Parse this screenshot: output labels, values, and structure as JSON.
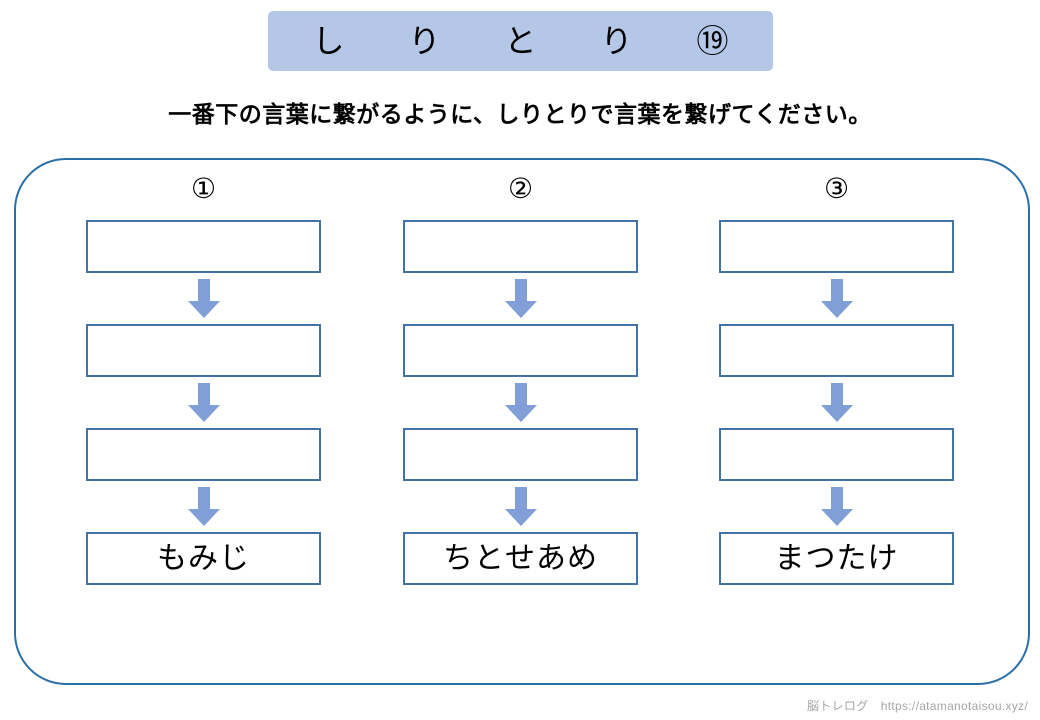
{
  "page": {
    "title": "し　り　と　り　⑲",
    "instruction": "一番下の言葉に繋がるように、しりとりで言葉を繋げてください。",
    "footer_credit": "脳トレログ　https://atamanotaisou.xyz/"
  },
  "colors": {
    "title_background": "#b4c7e7",
    "frame_border": "#2a6faa",
    "box_border": "#4472a8",
    "arrow_fill": "#7f9fd6",
    "text": "#000000",
    "footer_text": "#a6a6a6"
  },
  "columns": [
    {
      "header": "①",
      "boxes": [
        {
          "value": "",
          "filled": false
        },
        {
          "value": "",
          "filled": false
        },
        {
          "value": "",
          "filled": false
        },
        {
          "value": "もみじ",
          "filled": true
        }
      ]
    },
    {
      "header": "②",
      "boxes": [
        {
          "value": "",
          "filled": false
        },
        {
          "value": "",
          "filled": false
        },
        {
          "value": "",
          "filled": false
        },
        {
          "value": "ちとせあめ",
          "filled": true
        }
      ]
    },
    {
      "header": "③",
      "boxes": [
        {
          "value": "",
          "filled": false
        },
        {
          "value": "",
          "filled": false
        },
        {
          "value": "",
          "filled": false
        },
        {
          "value": "まつたけ",
          "filled": true
        }
      ]
    }
  ],
  "icons": {
    "arrow": "arrow-down-icon"
  }
}
